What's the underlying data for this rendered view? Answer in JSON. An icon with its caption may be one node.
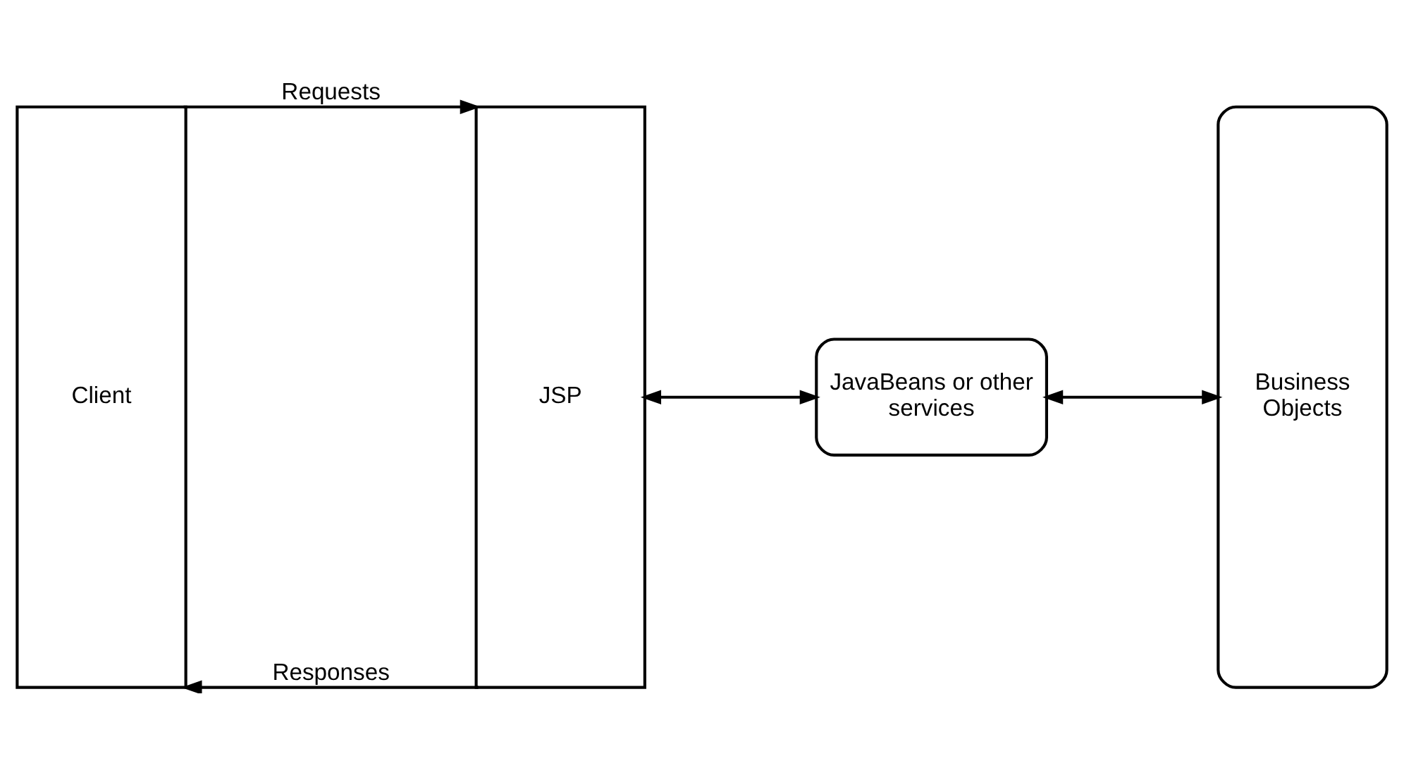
{
  "diagram": {
    "nodes": [
      {
        "text": [
          "Client"
        ]
      },
      {
        "text": [
          "JSP"
        ]
      },
      {
        "text": [
          "JavaBeans or other services"
        ]
      },
      {
        "text": [
          "Business Objects"
        ]
      }
    ],
    "edges": [
      {
        "from": 0,
        "to": 1,
        "arrow": "to",
        "label": "Requests"
      },
      {
        "from": 1,
        "to": 0,
        "arrow": "to",
        "label": "Responses"
      },
      {
        "from": 1,
        "to": 2,
        "arrow": "both"
      },
      {
        "from": 2,
        "to": 3,
        "arrow": "both"
      }
    ]
  }
}
